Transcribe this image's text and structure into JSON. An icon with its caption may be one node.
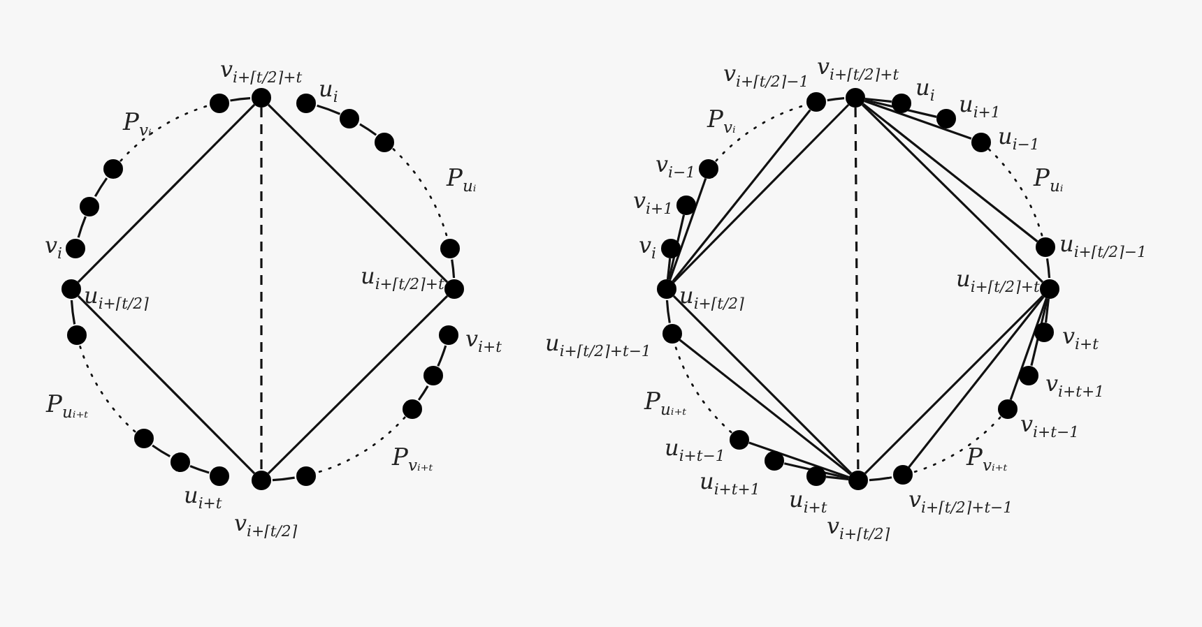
{
  "diagram": {
    "nodes": [
      {
        "text": [],
        "shape": "circle",
        "beside": [
          "v$_{i+⌈t/2⌉+t}$"
        ]
      },
      {
        "text": [],
        "shape": "circle"
      },
      {
        "text": [],
        "shape": "circle",
        "beside": [
          "u$_{i}$"
        ]
      },
      {
        "text": [],
        "shape": "circle"
      },
      {
        "text": [],
        "shape": "circle"
      },
      {
        "text": [],
        "shape": "circle"
      },
      {
        "text": [],
        "shape": "circle",
        "beside": [
          "u$_{i+⌈t/2⌉+t}$"
        ]
      },
      {
        "text": [],
        "shape": "circle",
        "beside": [
          "v$_{i+t}$"
        ]
      },
      {
        "text": [],
        "shape": "circle"
      },
      {
        "text": [],
        "shape": "circle"
      },
      {
        "text": [],
        "shape": "circle",
        "beside": [
          "v$_{i+⌈t/2⌉}$"
        ]
      },
      {
        "text": [],
        "shape": "circle"
      },
      {
        "text": [],
        "shape": "circle",
        "beside": [
          "u$_{i+t}$"
        ]
      },
      {
        "text": [],
        "shape": "circle"
      },
      {
        "text": [],
        "shape": "circle"
      },
      {
        "text": [],
        "shape": "circle"
      },
      {
        "text": [],
        "shape": "circle",
        "beside": [
          "u$_{i+⌈t/2⌉}$"
        ]
      },
      {
        "text": [],
        "shape": "circle",
        "beside": [
          "v$_{i}$"
        ]
      },
      {
        "text": [],
        "shape": "circle"
      },
      {
        "text": [],
        "shape": "circle"
      },
      {
        "text": [],
        "shape": "circle",
        "beside": [
          "v$_{i+⌈t/2⌉+t}$"
        ]
      },
      {
        "text": [],
        "shape": "circle",
        "beside": [
          "v$_{i+⌈t/2⌉−1}$"
        ]
      },
      {
        "text": [],
        "shape": "circle",
        "beside": [
          "u$_{i}$"
        ]
      },
      {
        "text": [],
        "shape": "circle",
        "beside": [
          "u$_{i+1}$"
        ]
      },
      {
        "text": [],
        "shape": "circle",
        "beside": [
          "u$_{i−1}$"
        ]
      },
      {
        "text": [],
        "shape": "circle",
        "beside": [
          "u$_{i+⌈t/2⌉−1}$"
        ]
      },
      {
        "text": [],
        "shape": "circle",
        "beside": [
          "u$_{i+⌈t/2⌉+t}$"
        ]
      },
      {
        "text": [],
        "shape": "circle",
        "beside": [
          "v$_{i+t}$"
        ]
      },
      {
        "text": [],
        "shape": "circle",
        "beside": [
          "v$_{i+t+1}$"
        ]
      },
      {
        "text": [],
        "shape": "circle",
        "beside": [
          "v$_{i+t−1}$"
        ]
      },
      {
        "text": [],
        "shape": "circle",
        "beside": [
          "v$_{i+⌈t/2⌉+t−1}$"
        ]
      },
      {
        "text": [],
        "shape": "circle",
        "beside": [
          "v$_{i+⌈t/2⌉}$"
        ]
      },
      {
        "text": [],
        "shape": "circle",
        "beside": [
          "u$_{i+t}$"
        ]
      },
      {
        "text": [],
        "shape": "circle",
        "beside": [
          "u$_{i+t+1}$"
        ]
      },
      {
        "text": [],
        "shape": "circle",
        "beside": [
          "u$_{i+t−1}$"
        ]
      },
      {
        "text": [],
        "shape": "circle",
        "beside": [
          "u$_{i+⌈t/2⌉+t−1}$"
        ]
      },
      {
        "text": [],
        "shape": "circle",
        "beside": [
          "u$_{i+⌈t/2⌉}$"
        ]
      },
      {
        "text": [],
        "shape": "circle",
        "beside": [
          "v$_{i}$"
        ]
      },
      {
        "text": [],
        "shape": "circle",
        "beside": [
          "v$_{i+1}$"
        ]
      },
      {
        "text": [],
        "shape": "circle",
        "beside": [
          "v$_{i−1}$"
        ]
      }
    ],
    "edges": [
      {
        "from": 0,
        "to": 6,
        "arrow": "none"
      },
      {
        "from": 6,
        "to": 10,
        "arrow": "none"
      },
      {
        "from": 10,
        "to": 16,
        "arrow": "none"
      },
      {
        "from": 16,
        "to": 0,
        "arrow": "none"
      },
      {
        "from": 0,
        "to": 10,
        "arrow": "none",
        "style": "dashed"
      },
      {
        "from": 1,
        "to": 0,
        "arrow": "none"
      },
      {
        "from": 2,
        "to": 3,
        "arrow": "none"
      },
      {
        "from": 3,
        "to": 4,
        "arrow": "none"
      },
      {
        "from": 5,
        "to": 6,
        "arrow": "none"
      },
      {
        "from": 7,
        "to": 8,
        "arrow": "none"
      },
      {
        "from": 8,
        "to": 9,
        "arrow": "none"
      },
      {
        "from": 11,
        "to": 10,
        "arrow": "none"
      },
      {
        "from": 12,
        "to": 13,
        "arrow": "none"
      },
      {
        "from": 13,
        "to": 14,
        "arrow": "none"
      },
      {
        "from": 15,
        "to": 16,
        "arrow": "none"
      },
      {
        "from": 17,
        "to": 18,
        "arrow": "none"
      },
      {
        "from": 18,
        "to": 19,
        "arrow": "none"
      },
      {
        "from": 19,
        "to": 1,
        "arrow": "none",
        "style": "dashed"
      },
      {
        "from": 4,
        "to": 5,
        "arrow": "none",
        "style": "dashed"
      },
      {
        "from": 9,
        "to": 11,
        "arrow": "none",
        "style": "dashed"
      },
      {
        "from": 14,
        "to": 15,
        "arrow": "none",
        "style": "dashed"
      },
      {
        "from": 20,
        "to": 26,
        "arrow": "none"
      },
      {
        "from": 26,
        "to": 31,
        "arrow": "none"
      },
      {
        "from": 31,
        "to": 36,
        "arrow": "none"
      },
      {
        "from": 36,
        "to": 20,
        "arrow": "none"
      },
      {
        "from": 20,
        "to": 31,
        "arrow": "none",
        "style": "dashed"
      },
      {
        "from": 36,
        "to": 21,
        "arrow": "none"
      },
      {
        "from": 21,
        "to": 20,
        "arrow": "none"
      },
      {
        "from": 20,
        "to": 22,
        "arrow": "none"
      },
      {
        "from": 20,
        "to": 23,
        "arrow": "none"
      },
      {
        "from": 20,
        "to": 24,
        "arrow": "none"
      },
      {
        "from": 20,
        "to": 25,
        "arrow": "none"
      },
      {
        "from": 25,
        "to": 26,
        "arrow": "none"
      },
      {
        "from": 26,
        "to": 27,
        "arrow": "none"
      },
      {
        "from": 26,
        "to": 28,
        "arrow": "none"
      },
      {
        "from": 26,
        "to": 29,
        "arrow": "none"
      },
      {
        "from": 26,
        "to": 30,
        "arrow": "none"
      },
      {
        "from": 30,
        "to": 31,
        "arrow": "none"
      },
      {
        "from": 31,
        "to": 32,
        "arrow": "none"
      },
      {
        "from": 31,
        "to": 33,
        "arrow": "none"
      },
      {
        "from": 31,
        "to": 34,
        "arrow": "none"
      },
      {
        "from": 31,
        "to": 35,
        "arrow": "none"
      },
      {
        "from": 35,
        "to": 36,
        "arrow": "none"
      },
      {
        "from": 36,
        "to": 37,
        "arrow": "none"
      },
      {
        "from": 36,
        "to": 38,
        "arrow": "none"
      },
      {
        "from": 36,
        "to": 39,
        "arrow": "none"
      },
      {
        "from": 39,
        "to": 21,
        "arrow": "none",
        "style": "dashed"
      },
      {
        "from": 24,
        "to": 25,
        "arrow": "none",
        "style": "dashed"
      },
      {
        "from": 29,
        "to": 30,
        "arrow": "none",
        "style": "dashed"
      },
      {
        "from": 34,
        "to": 35,
        "arrow": "none",
        "style": "dashed"
      }
    ],
    "labels": [
      "P$_{vᵢ}$",
      "P$_{uᵢ}$",
      "P$_{uᵢ₊ₜ}$",
      "P$_{vᵢ₊ₜ}$",
      "P$_{vᵢ}$",
      "P$_{uᵢ}$",
      "P$_{uᵢ₊ₜ}$",
      "P$_{vᵢ₊ₜ}$"
    ]
  }
}
